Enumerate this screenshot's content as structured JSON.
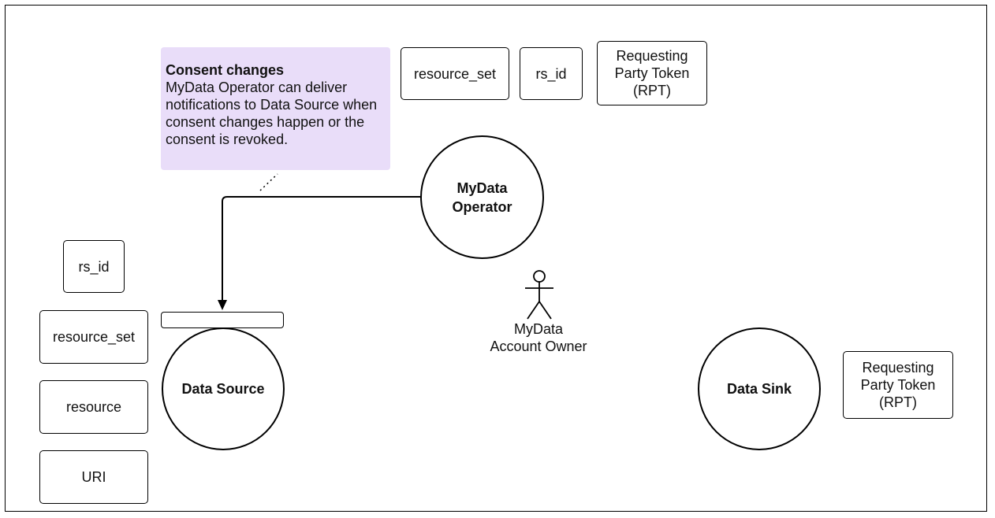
{
  "note": {
    "title": "Consent changes",
    "body": "MyData Operator can deliver notifications to Data Source when consent changes happen or the consent is revoked."
  },
  "nodes": {
    "operator": "MyData\nOperator",
    "source": "Data Source",
    "sink": "Data Sink"
  },
  "actor": {
    "label": "MyData\nAccount Owner"
  },
  "operator_tokens": {
    "resource_set": "resource_set",
    "rs_id": "rs_id",
    "rpt": "Requesting\nParty Token\n(RPT)"
  },
  "source_tokens": {
    "rs_id": "rs_id",
    "resource_set": "resource_set",
    "resource": "resource",
    "uri": "URI"
  },
  "sink_tokens": {
    "rpt": "Requesting\nParty Token\n(RPT)"
  }
}
